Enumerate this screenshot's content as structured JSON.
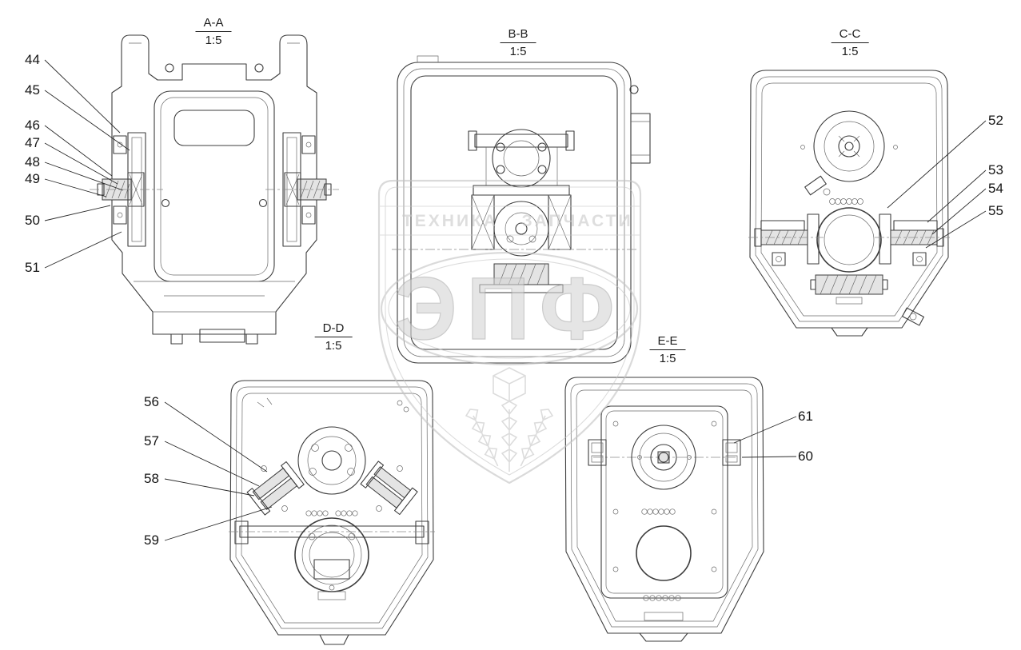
{
  "views": {
    "aa": {
      "label": "A-A",
      "scale": "1:5"
    },
    "bb": {
      "label": "B-B",
      "scale": "1:5"
    },
    "cc": {
      "label": "C-C",
      "scale": "1:5"
    },
    "dd": {
      "label": "D-D",
      "scale": "1:5"
    },
    "ee": {
      "label": "E-E",
      "scale": "1:5"
    }
  },
  "callouts": {
    "c44": "44",
    "c45": "45",
    "c46": "46",
    "c47": "47",
    "c48": "48",
    "c49": "49",
    "c50": "50",
    "c51": "51",
    "c52": "52",
    "c53": "53",
    "c54": "54",
    "c55": "55",
    "c56": "56",
    "c57": "57",
    "c58": "58",
    "c59": "59",
    "c60": "60",
    "c61": "61"
  },
  "watermark": {
    "word_left": "ТЕХНИКА",
    "word_right": "ЗАПЧАСТИ",
    "logo_text": "ЭПФ"
  },
  "colors": {
    "line": "#3d3d3d",
    "watermark": "#c2c2c2",
    "background": "#ffffff"
  }
}
